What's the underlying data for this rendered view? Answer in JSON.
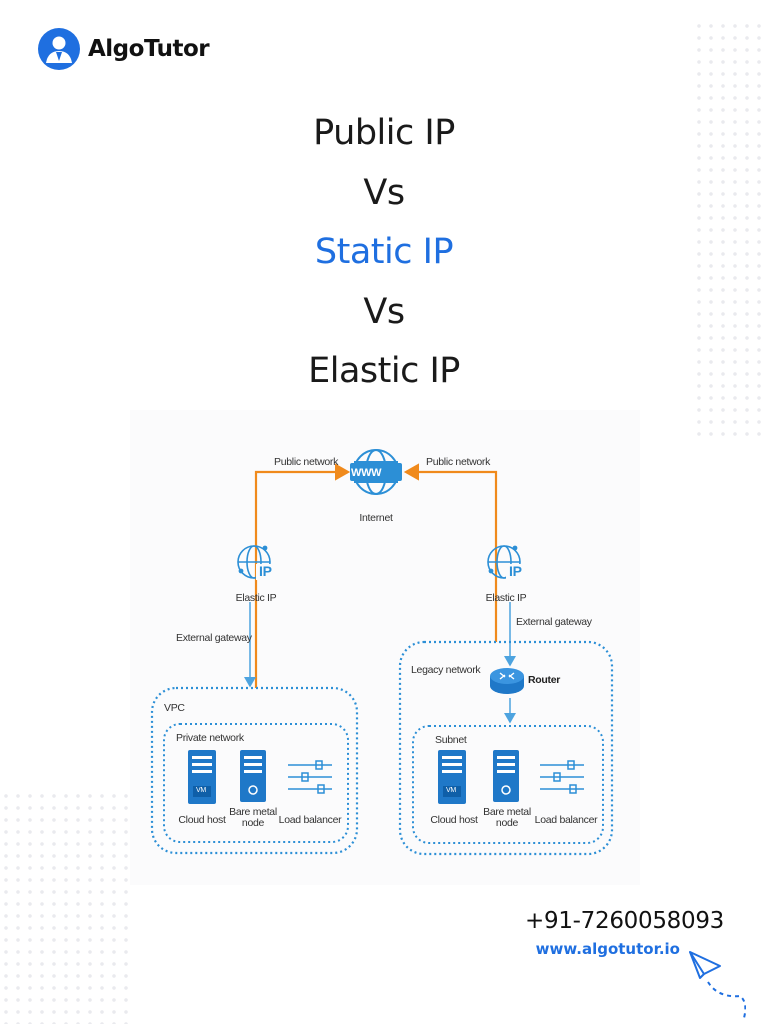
{
  "brand": {
    "name": "AlgoTutor",
    "accent": "#1f6fe0"
  },
  "title": {
    "line1": "Public IP",
    "line2": "Vs",
    "line3": "Static IP",
    "line4": "Vs",
    "line5": "Elastic IP"
  },
  "diagram": {
    "internet": "Internet",
    "public_network_left": "Public network",
    "public_network_right": "Public network",
    "elastic_ip_left": "Elastic IP",
    "elastic_ip_right": "Elastic IP",
    "external_gateway_left": "External gateway",
    "external_gateway_right": "External gateway",
    "vpc": "VPC",
    "private_network": "Private network",
    "legacy_network": "Legacy network",
    "router": "Router",
    "subnet": "Subnet",
    "cloud_host": "Cloud host",
    "bare_metal_node": "Bare metal node",
    "load_balancer": "Load balancer",
    "vm_tag": "VM",
    "www_tag": "WWW",
    "ip_tag": "IP"
  },
  "contact": {
    "phone": "+91-7260058093",
    "website": "www.algotutor.io"
  }
}
